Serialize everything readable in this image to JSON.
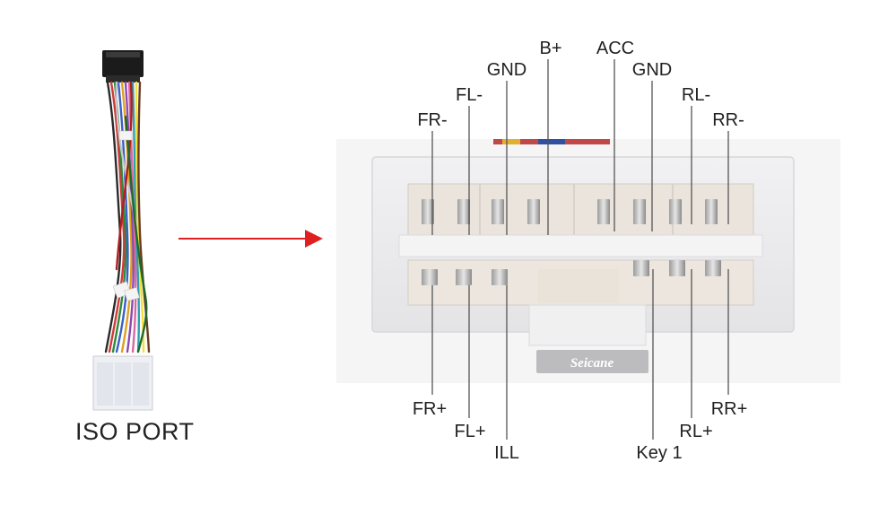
{
  "left_part": {
    "caption": "ISO PORT"
  },
  "connector": {
    "watermark": "Seicane"
  },
  "top_labels": [
    "FR-",
    "FL-",
    "GND",
    "B+",
    "ACC",
    "GND",
    "RL-",
    "RR-"
  ],
  "bottom_labels": [
    "FR+",
    "FL+",
    "ILL",
    "Key 1",
    "RL+",
    "RR+"
  ],
  "colors": {
    "arrow": "#e02020",
    "lead_line": "#555555",
    "text": "#222222"
  }
}
